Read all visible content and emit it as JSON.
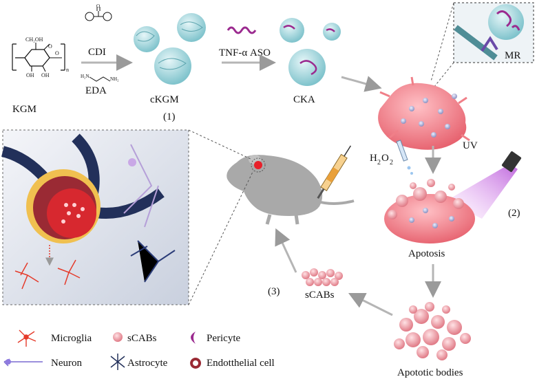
{
  "molecule": {
    "ch2oh": "CH₂OH",
    "oh": "OH",
    "n": "n",
    "name": "KGM"
  },
  "reagents": {
    "cdi": "CDI",
    "eda": "EDA",
    "aso": "TNF-α ASO",
    "h2o2_main": "H",
    "h2o2_sub": "2",
    "h2o2_o": "O",
    "h2o2_sub2": "2",
    "uv": "UV"
  },
  "products": {
    "ckgm": "cKGM",
    "cka": "CKA",
    "mr": "MR"
  },
  "steps": {
    "one": "(1)",
    "two": "(2)",
    "three": "(3)"
  },
  "stages": {
    "apoptosis": "Apotosis",
    "bodies": "Apototic bodies",
    "scabs": "sCABs"
  },
  "legend": {
    "microglia": "Microglia",
    "scabs": "sCABs",
    "pericyte": "Pericyte",
    "neuron": "Neuron",
    "astrocyte": "Astrocyte",
    "endothelial": "Endotthelial cell"
  },
  "colors": {
    "cell_pink": "#f07f88",
    "nanoparticle": "#a7d8de",
    "aso_purple": "#9b2a8f",
    "mouse_gray": "#a9a9a9",
    "vessel_navy": "#22305a",
    "arrow_gray": "#b5b5b5"
  }
}
